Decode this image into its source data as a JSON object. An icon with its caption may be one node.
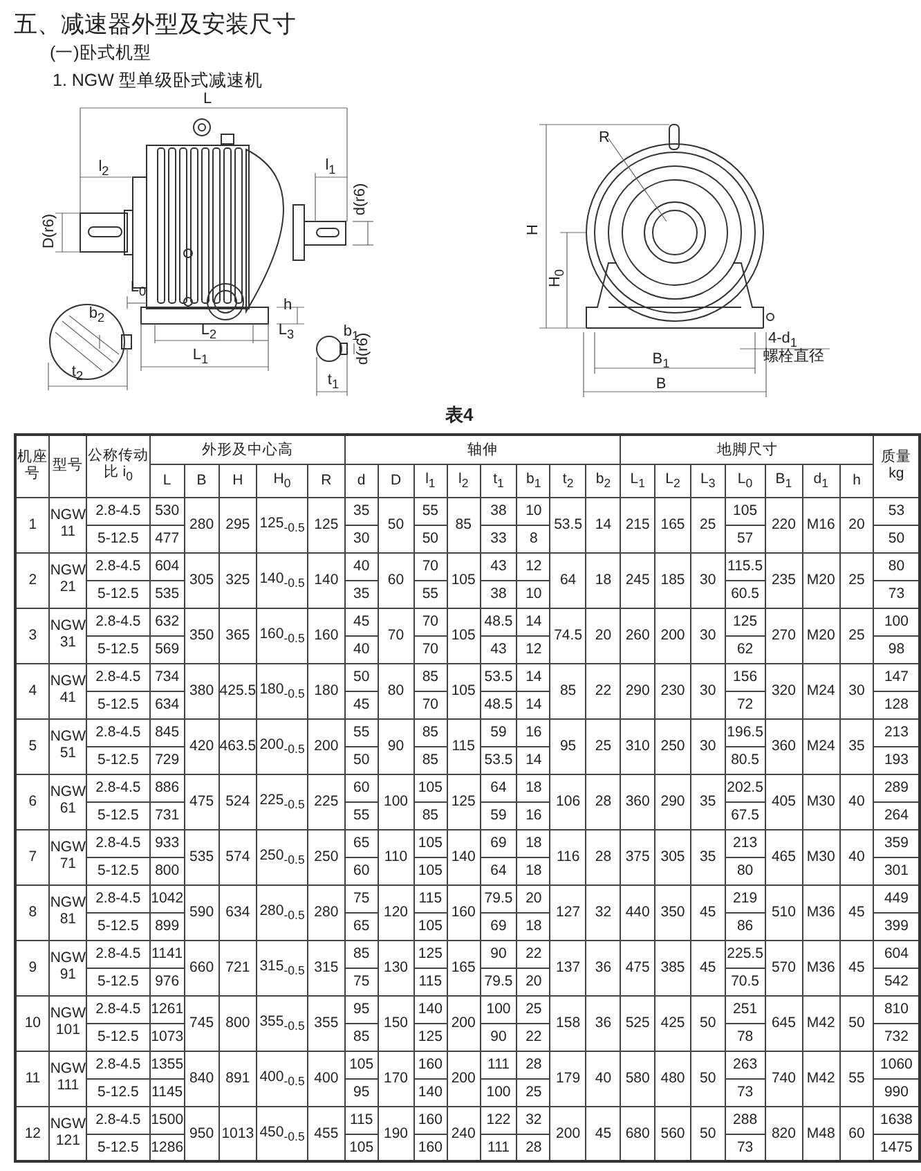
{
  "diagram": {
    "title": "五、减速器外型及安装尺寸",
    "labels": [
      "(一)卧式机型",
      "1. NGW 型单级卧式减速机",
      "L",
      "l$_{2}$",
      "l$_{1}$",
      "d(r6)",
      "D(r6)",
      "L$_{0}$",
      "h",
      "L$_{2}$",
      "L$_{3}$",
      "L$_{1}$",
      "b$_{2}$",
      "t$_{2}$",
      "b$_{1}$",
      "d(r6)",
      "t$_{1}$",
      "R",
      "H",
      "H$_{0}$",
      "4-d$_{1}$",
      "B$_{1}$",
      "螺栓直径",
      "B",
      "表4",
      "机座号",
      "型号",
      "公称传动比 i$_{0}$",
      "外形及中心高",
      "轴伸",
      "地脚尺寸",
      "质量 kg",
      "L",
      "B",
      "H",
      "H$_{0}$",
      "R",
      "d",
      "D",
      "l$_{1}$",
      "l$_{2}$",
      "t$_{1}$",
      "b$_{1}$",
      "t$_{2}$",
      "b$_{2}$",
      "L$_{1}$",
      "L$_{2}$",
      "L$_{3}$",
      "L$_{0}$",
      "B$_{1}$",
      "d$_{1}$",
      "h",
      "1",
      "NGW 11",
      "2.8-4.5",
      "530",
      "280",
      "295",
      "125$_{-0.5}$",
      "125",
      "35",
      "50",
      "55",
      "85",
      "38",
      "10",
      "53.5",
      "14",
      "215",
      "165",
      "25",
      "105",
      "220",
      "M16",
      "20",
      "53",
      "5-12.5",
      "477",
      "30",
      "50",
      "33",
      "8",
      "57",
      "50",
      "2",
      "NGW 21",
      "2.8-4.5",
      "604",
      "305",
      "325",
      "140$_{-0.5}$",
      "140",
      "40",
      "60",
      "70",
      "105",
      "43",
      "12",
      "64",
      "18",
      "245",
      "185",
      "30",
      "115.5",
      "235",
      "M20",
      "25",
      "80",
      "5-12.5",
      "535",
      "35",
      "55",
      "38",
      "10",
      "60.5",
      "73",
      "3",
      "NGW 31",
      "2.8-4.5",
      "632",
      "350",
      "365",
      "160$_{-0.5}$",
      "160",
      "45",
      "70",
      "70",
      "105",
      "48.5",
      "14",
      "74.5",
      "20",
      "260",
      "200",
      "30",
      "125",
      "270",
      "M20",
      "25",
      "100",
      "5-12.5",
      "569",
      "40",
      "70",
      "43",
      "12",
      "62",
      "98",
      "4",
      "NGW 41",
      "2.8-4.5",
      "734",
      "380",
      "425.5",
      "180$_{-0.5}$",
      "180",
      "50",
      "80",
      "85",
      "105",
      "53.5",
      "14",
      "85",
      "22",
      "290",
      "230",
      "30",
      "156",
      "320",
      "M24",
      "30",
      "147",
      "5-12.5",
      "634",
      "45",
      "70",
      "48.5",
      "14",
      "72",
      "128",
      "5",
      "NGW 51",
      "2.8-4.5",
      "845",
      "420",
      "463.5",
      "200$_{-0.5}$",
      "200",
      "55",
      "90",
      "85",
      "115",
      "59",
      "16",
      "95",
      "25",
      "310",
      "250",
      "30",
      "196.5",
      "360",
      "M24",
      "35",
      "213",
      "5-12.5",
      "729",
      "50",
      "85",
      "53.5",
      "14",
      "80.5",
      "193",
      "6",
      "NGW 61",
      "2.8-4.5",
      "886",
      "475",
      "524",
      "225$_{-0.5}$",
      "225",
      "60",
      "100",
      "105",
      "125",
      "64",
      "18",
      "106",
      "28",
      "360",
      "290",
      "35",
      "202.5",
      "405",
      "M30",
      "40",
      "289",
      "5-12.5",
      "731",
      "55",
      "85",
      "59",
      "16",
      "67.5",
      "264",
      "7",
      "NGW 71",
      "2.8-4.5",
      "933",
      "535",
      "574",
      "250$_{-0.5}$",
      "250",
      "65",
      "110",
      "105",
      "140",
      "69",
      "18",
      "116",
      "28",
      "375",
      "305",
      "35",
      "213",
      "465",
      "M30",
      "40",
      "359",
      "5-12.5",
      "800",
      "60",
      "105",
      "64",
      "18",
      "80",
      "301",
      "8",
      "NGW 81",
      "2.8-4.5",
      "1042",
      "590",
      "634",
      "280$_{-0.5}$",
      "280",
      "75",
      "120",
      "115",
      "160",
      "79.5",
      "20",
      "127",
      "32",
      "440",
      "350",
      "45",
      "219",
      "510",
      "M36",
      "45",
      "449",
      "5-12.5",
      "899",
      "65",
      "105",
      "69",
      "18",
      "86",
      "399",
      "9",
      "NGW 91",
      "2.8-4.5",
      "1141",
      "660",
      "721",
      "315$_{-0.5}$",
      "315",
      "85",
      "130",
      "125",
      "165",
      "90",
      "22",
      "137",
      "36",
      "475",
      "385",
      "45",
      "225.5",
      "570",
      "M36",
      "45",
      "604",
      "5-12.5",
      "976",
      "75",
      "115",
      "79.5",
      "20",
      "70.5",
      "542",
      "10",
      "NGW 101",
      "2.8-4.5",
      "1261",
      "745",
      "800",
      "355$_{-0.5}$",
      "355",
      "95",
      "150",
      "140",
      "200",
      "100",
      "25",
      "158",
      "36",
      "525",
      "425",
      "50",
      "251",
      "645",
      "M42",
      "50",
      "810",
      "5-12.5",
      "1073",
      "85",
      "125",
      "90",
      "22",
      "78",
      "732",
      "11",
      "NGW 111",
      "2.8-4.5",
      "1355",
      "840",
      "891",
      "400$_{-0.5}$",
      "400",
      "105",
      "170",
      "160",
      "200",
      "111",
      "28",
      "179",
      "40",
      "580",
      "480",
      "50",
      "263",
      "740",
      "M42",
      "55",
      "1060",
      "5-12.5",
      "1145",
      "95",
      "140",
      "100",
      "25",
      "73",
      "990",
      "12",
      "NGW 121",
      "2.8-4.5",
      "1500",
      "950",
      "1013",
      "450$_{-0.5}$",
      "455",
      "115",
      "190",
      "160",
      "240",
      "122",
      "32",
      "200",
      "45",
      "680",
      "560",
      "50",
      "288",
      "820",
      "M48",
      "60",
      "1638",
      "5-12.5",
      "1286",
      "105",
      "160",
      "111",
      "28",
      "73",
      "1475"
    ]
  }
}
